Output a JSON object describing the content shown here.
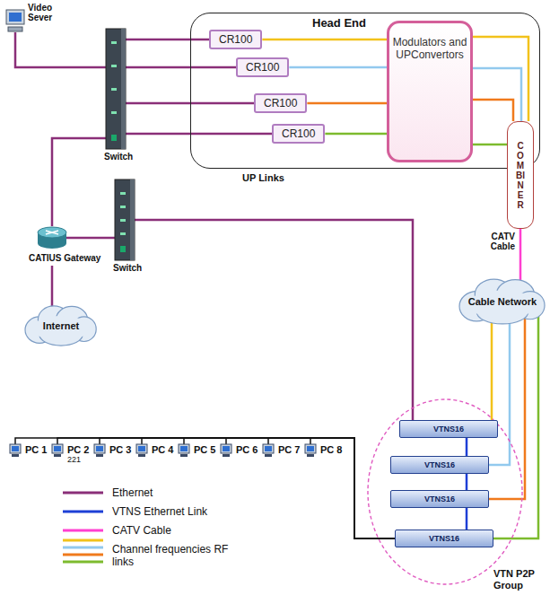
{
  "diagram": {
    "nodes": [
      {
        "text": [
          "Head End"
        ]
      },
      {
        "text": [
          "CR100"
        ],
        "in": 0
      },
      {
        "text": [
          "CR100"
        ],
        "in": 0
      },
      {
        "text": [
          "CR100"
        ],
        "in": 0
      },
      {
        "text": [
          "CR100"
        ],
        "in": 0
      },
      {
        "text": [
          "Modulators and UPConvertors"
        ],
        "in": 0
      },
      {
        "text": [
          "COMBINER"
        ]
      },
      {
        "text": [
          "Video Sever"
        ]
      },
      {
        "text": [
          "Switch"
        ]
      },
      {
        "text": [
          "Switch"
        ]
      },
      {
        "text": [
          "CATIUS Gateway"
        ]
      },
      {
        "text": [
          "Internet"
        ]
      },
      {
        "text": [
          "Cable Network"
        ]
      },
      {
        "text": [
          "VTN P2P Group"
        ]
      },
      {
        "text": [
          "VTNS16"
        ],
        "in": 13
      },
      {
        "text": [
          "VTNS16"
        ],
        "in": 13
      },
      {
        "text": [
          "VTNS16"
        ],
        "in": 13
      },
      {
        "text": [
          "VTNS16"
        ],
        "in": 13
      },
      {
        "text": [
          "PC 1"
        ]
      },
      {
        "text": [
          "PC 2",
          "221"
        ]
      },
      {
        "text": [
          "PC 3"
        ]
      },
      {
        "text": [
          "PC 4"
        ]
      },
      {
        "text": [
          "PC 5"
        ]
      },
      {
        "text": [
          "PC 6"
        ]
      },
      {
        "text": [
          "PC 7"
        ]
      },
      {
        "text": [
          "PC 8"
        ]
      }
    ],
    "edges": [
      {
        "from": 7,
        "to": 8,
        "arrow": "none"
      },
      {
        "from": 8,
        "to": 1,
        "arrow": "none"
      },
      {
        "from": 8,
        "to": 2,
        "arrow": "none"
      },
      {
        "from": 8,
        "to": 3,
        "arrow": "none"
      },
      {
        "from": 8,
        "to": 4,
        "arrow": "none"
      },
      {
        "from": 8,
        "to": 10,
        "arrow": "none"
      },
      {
        "from": 10,
        "to": 9,
        "arrow": "none"
      },
      {
        "from": 10,
        "to": 11,
        "arrow": "none"
      },
      {
        "from": 9,
        "to": 14,
        "arrow": "none"
      },
      {
        "from": 1,
        "to": 5,
        "arrow": "none"
      },
      {
        "from": 2,
        "to": 5,
        "arrow": "none"
      },
      {
        "from": 3,
        "to": 5,
        "arrow": "none"
      },
      {
        "from": 4,
        "to": 5,
        "arrow": "none"
      },
      {
        "from": 5,
        "to": 6,
        "arrow": "none"
      },
      {
        "from": 5,
        "to": 6,
        "arrow": "none"
      },
      {
        "from": 5,
        "to": 6,
        "arrow": "none"
      },
      {
        "from": 5,
        "to": 6,
        "arrow": "none"
      },
      {
        "from": 6,
        "to": 12,
        "arrow": "none"
      },
      {
        "from": 12,
        "to": 14,
        "arrow": "none"
      },
      {
        "from": 12,
        "to": 15,
        "arrow": "none"
      },
      {
        "from": 12,
        "to": 16,
        "arrow": "none"
      },
      {
        "from": 12,
        "to": 17,
        "arrow": "none"
      },
      {
        "from": 14,
        "to": 15,
        "arrow": "none"
      },
      {
        "from": 15,
        "to": 16,
        "arrow": "none"
      },
      {
        "from": 16,
        "to": 17,
        "arrow": "none"
      },
      {
        "from": 17,
        "to": 18,
        "arrow": "none"
      },
      {
        "from": 17,
        "to": 19,
        "arrow": "none"
      },
      {
        "from": 17,
        "to": 20,
        "arrow": "none"
      },
      {
        "from": 17,
        "to": 21,
        "arrow": "none"
      },
      {
        "from": 17,
        "to": 22,
        "arrow": "none"
      },
      {
        "from": 17,
        "to": 23,
        "arrow": "none"
      },
      {
        "from": 17,
        "to": 24,
        "arrow": "none"
      },
      {
        "from": 17,
        "to": 25,
        "arrow": "none"
      }
    ],
    "labels": [
      "UP Links",
      "CATV Cable"
    ],
    "legend": [
      {
        "text": "Ethernet"
      },
      {
        "text": "VTNS Ethernet Link"
      },
      {
        "text": "CATV Cable"
      },
      {
        "text": "Channel frequencies RF links"
      }
    ]
  }
}
